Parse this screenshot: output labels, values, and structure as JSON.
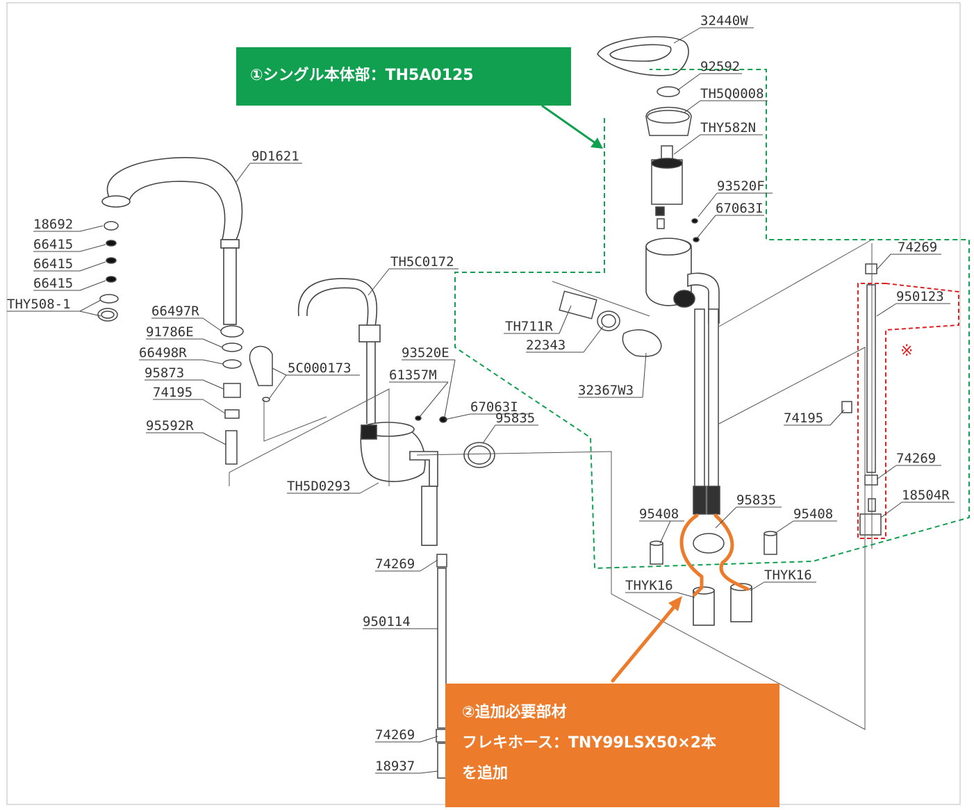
{
  "callouts": {
    "body_unit": "①シングル本体部：TH5A0125",
    "additional": {
      "line1": "②追加必要部材",
      "line2": "フレキホース：TNY99LSX50×2本",
      "line3": "を追加"
    },
    "note_mark": "※"
  },
  "parts": {
    "p32440W": "32440W",
    "p92592": "92592",
    "pTH5Q0008": "TH5Q0008",
    "pTHY582N": "THY582N",
    "p93520F": "93520F",
    "p67063I_a": "67063I",
    "p74269_a": "74269",
    "p950123": "950123",
    "p74269_b": "74269",
    "p18504R": "18504R",
    "p9D1621": "9D1621",
    "p18692": "18692",
    "p66415_a": "66415",
    "p66415_b": "66415",
    "p66415_c": "66415",
    "pTHY508_1": "THY508-1",
    "p66497R": "66497R",
    "p91786E": "91786E",
    "p66498R": "66498R",
    "p95873": "95873",
    "p74195_a": "74195",
    "p95592R": "95592R",
    "p5C000173": "5C000173",
    "pTH5C0172": "TH5C0172",
    "p93520E": "93520E",
    "p61357M": "61357M",
    "p67063I_b": "67063I",
    "p95835_a": "95835",
    "pTH5D0293": "TH5D0293",
    "pTH711R": "TH711R",
    "p22343": "22343",
    "p32367W3": "32367W3",
    "p74195_b": "74195",
    "p95408_a": "95408",
    "p95835_b": "95835",
    "p95408_b": "95408",
    "pTHYK16_a": "THYK16",
    "pTHYK16_b": "THYK16",
    "p74269_c": "74269",
    "p950114": "950114",
    "p74269_d": "74269",
    "p18937": "18937"
  },
  "colors": {
    "green": "#10a050",
    "orange": "#ec7c2c",
    "red_dash": "#e02020",
    "line": "#444444"
  }
}
